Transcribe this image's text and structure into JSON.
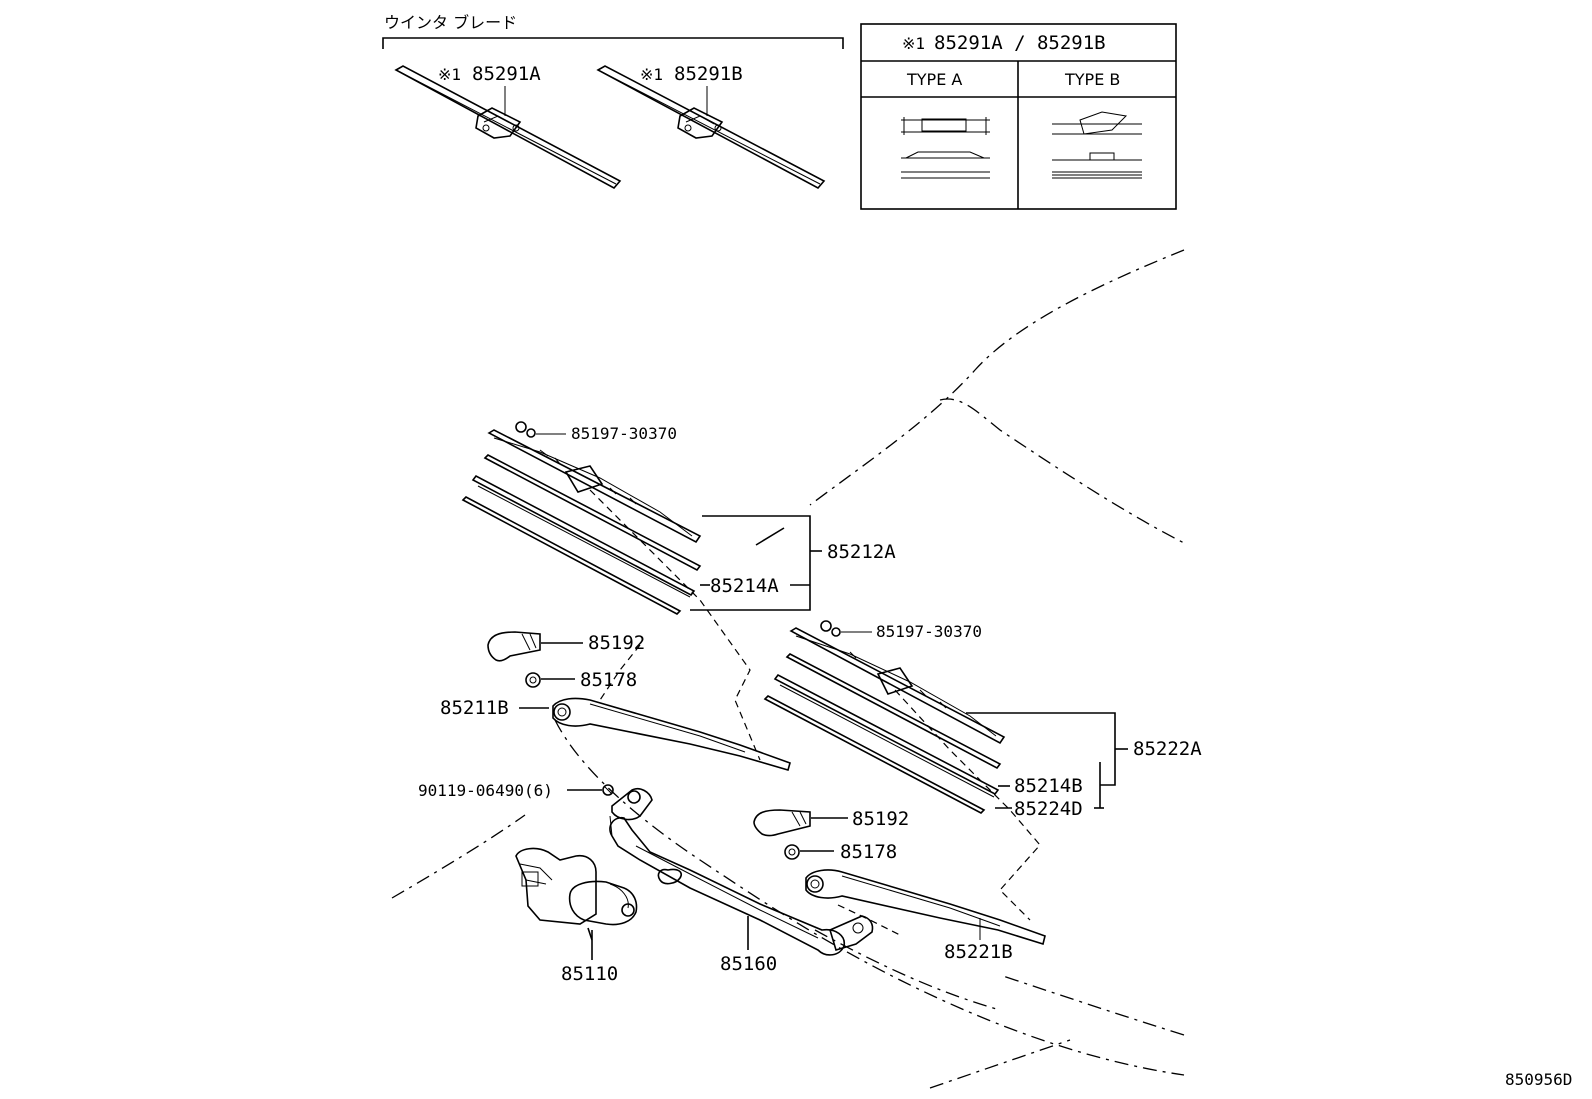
{
  "header": {
    "winter_blade_label": "ウインタ ブレード",
    "note_mark": "※1"
  },
  "inset_table": {
    "title_mark": "※1",
    "title_parts": "85291A / 85291B",
    "col_a": "TYPE A",
    "col_b": "TYPE B"
  },
  "callouts": {
    "winter_blade_a": "85291A",
    "winter_blade_b": "85291B",
    "refill_clip_left": "85197-30370",
    "refill_clip_right": "85197-30370",
    "blade_assy_left": "85212A",
    "refill_left": "85214A",
    "blade_assy_right": "85222A",
    "refill_right": "85214B",
    "refill_right_2": "85224D",
    "cap_left": "85192",
    "cap_right": "85192",
    "nut_left": "85178",
    "nut_right": "85178",
    "arm_left": "85211B",
    "arm_right": "85221B",
    "bolt": "90119-06490(6)",
    "motor": "85110",
    "link": "85160"
  },
  "diagram_code": "850956D"
}
